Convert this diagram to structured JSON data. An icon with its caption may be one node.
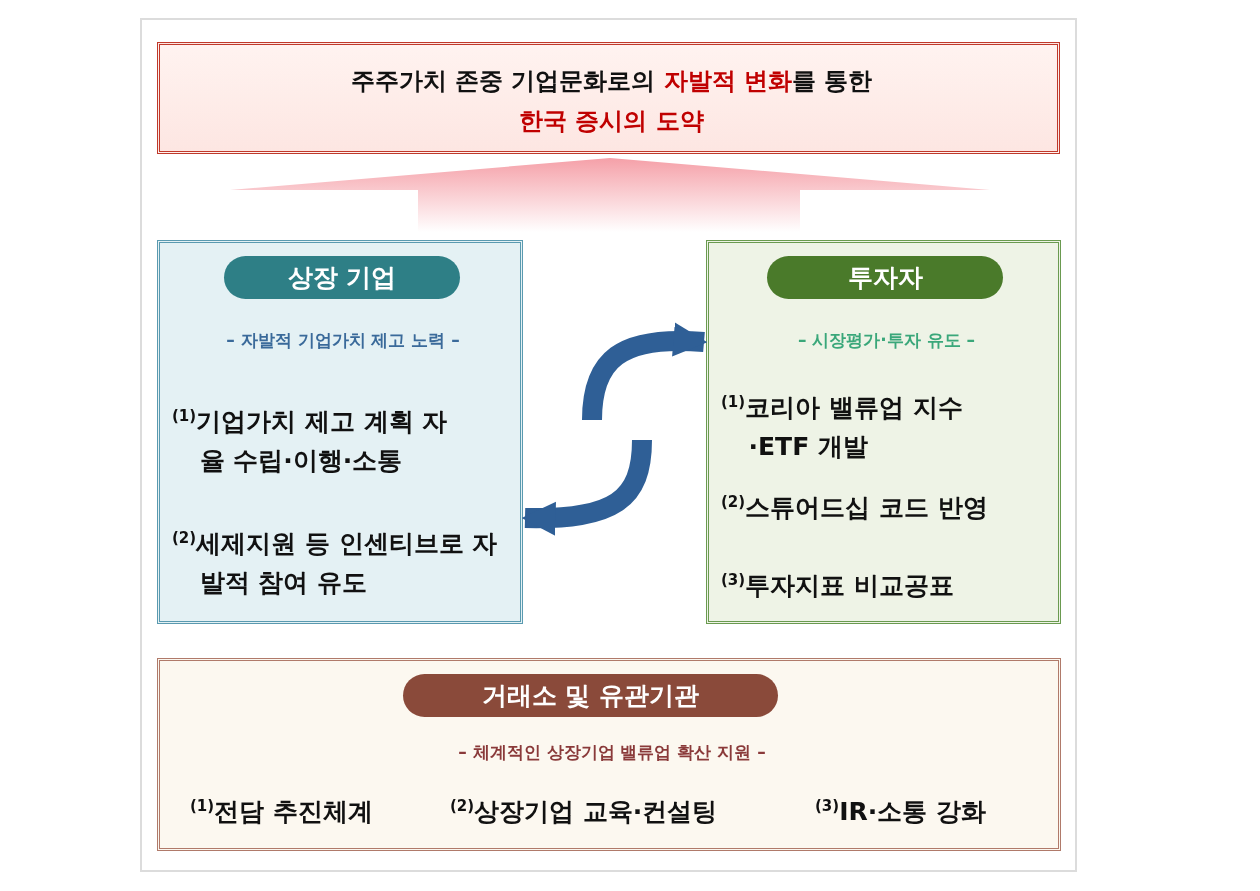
{
  "diagram": {
    "nodes": [
      {
        "text": [
          "주주가치 존중 기업문화로의 **자발적 변화**를 통한",
          "한국 증시의 도약"
        ]
      },
      {
        "text": [
          "– 자발적 기업가치 제고 노력 –",
          "$^{(1)}$기업가치 제고 계획 자율 수립·이행·소통",
          "$^{(2)}$세제지원 등 인센티브로 자발적 참여 유도"
        ]
      },
      {
        "text": [
          "상장 기업"
        ],
        "in": 1
      },
      {
        "text": [
          "– 시장평가·투자 유도 –",
          "$^{(1)}$코리아 밸류업 지수·ETF 개발",
          "$^{(2)}$스튜어드십 코드 반영",
          "$^{(3)}$투자지표 비교공표"
        ]
      },
      {
        "text": [
          "투자자"
        ],
        "in": 3
      },
      {
        "text": [
          "– 체계적인 상장기업 밸류업 확산 지원 –",
          "$^{(1)}$전담 추진체계",
          "$^{(2)}$상장기업 교육·컨설팅",
          "$^{(3)}$IR·소통 강화"
        ]
      },
      {
        "text": [
          "거래소 및 유관기관"
        ],
        "in": 5
      }
    ],
    "edges": [
      {
        "from": 1,
        "to": 3,
        "arrow": "to"
      },
      {
        "from": 3,
        "to": 1,
        "arrow": "to"
      },
      {
        "from": null,
        "to": 0,
        "arrow": "to"
      }
    ]
  }
}
